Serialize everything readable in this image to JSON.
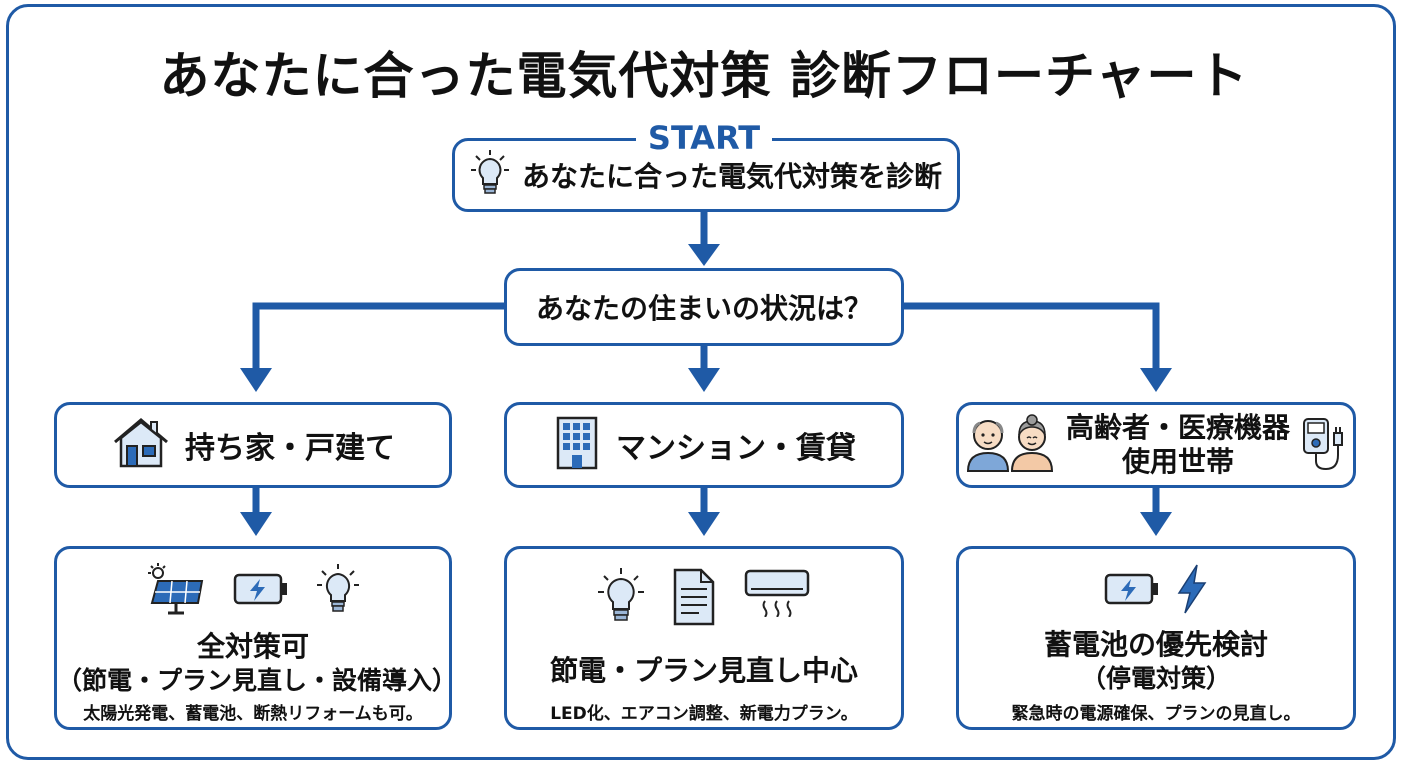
{
  "title": "あなたに合った電気代対策 診断フローチャート",
  "start": {
    "label": "START",
    "text": "あなたに合った電気代対策を診断",
    "icon": "lightbulb-icon"
  },
  "question": {
    "text": "あなたの住まいの状況は？"
  },
  "categories": [
    {
      "label": "持ち家・戸建て",
      "icon": "house-icon"
    },
    {
      "label": "マンション・賃貸",
      "icon": "apartment-building-icon"
    },
    {
      "line1": "高齢者・医療機器",
      "line2": "使用世帯",
      "icons": [
        "elderly-couple-icon",
        "medical-device-icon"
      ]
    }
  ],
  "results": [
    {
      "icons": [
        "solar-panel-icon",
        "battery-icon",
        "lightbulb-icon"
      ],
      "main": "全対策可",
      "sub": "（節電・プラン見直し・設備導入）",
      "desc": "太陽光発電、蓄電池、断熱リフォームも可。"
    },
    {
      "icons": [
        "lightbulb-icon",
        "document-icon",
        "air-conditioner-icon"
      ],
      "main": "節電・プラン見直し中心",
      "desc": "LED化、エアコン調整、新電力プラン。"
    },
    {
      "icons": [
        "battery-icon",
        "lightning-bolt-icon"
      ],
      "main": "蓄電池の優先検討",
      "sub": "（停電対策）",
      "desc": "緊急時の電源確保、プランの見直し。"
    }
  ],
  "colors": {
    "accent": "#1f5aa6",
    "icon_fill": "#dce9f7",
    "text": "#111111"
  }
}
